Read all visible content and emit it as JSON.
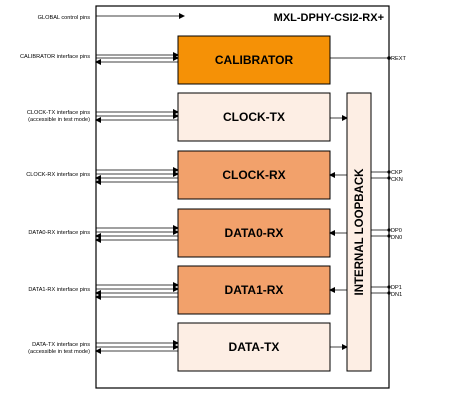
{
  "title": "MXL-DPHY-CSI2-RX+",
  "colors": {
    "calibrator": "#f59106",
    "clock_tx": "#fdeee4",
    "clock_rx": "#f2a16b",
    "data0_rx": "#f2a16b",
    "data1_rx": "#f2a16b",
    "data_tx": "#fdeee4",
    "loopback": "#fdeee4",
    "stroke": "#000000"
  },
  "blocks": {
    "calibrator": "CALIBRATOR",
    "clock_tx": "CLOCK-TX",
    "clock_rx": "CLOCK-RX",
    "data0_rx": "DATA0-RX",
    "data1_rx": "DATA1-RX",
    "data_tx": "DATA-TX"
  },
  "loopback": "INTERNAL LOOPBACK",
  "left_labels": {
    "global": "GLOBAL control pins",
    "calibrator": "CALIBRATOR interface pins",
    "clock_tx_1": "CLOCK-TX interface pins",
    "clock_tx_2": "(accessible in test mode)",
    "clock_rx": "CLOCK-RX interface pins",
    "data0_rx": "DATA0-RX interface pins",
    "data1_rx": "DATA1-RX interface pins",
    "data_tx_1": "DATA-TX interface pins",
    "data_tx_2": "(accessible in test mode)"
  },
  "right_labels": {
    "rext": "REXT",
    "ckp": "CKP",
    "ckn": "CKN",
    "dp0": "DP0",
    "dn0": "DN0",
    "dp1": "DP1",
    "dn1": "DN1"
  }
}
